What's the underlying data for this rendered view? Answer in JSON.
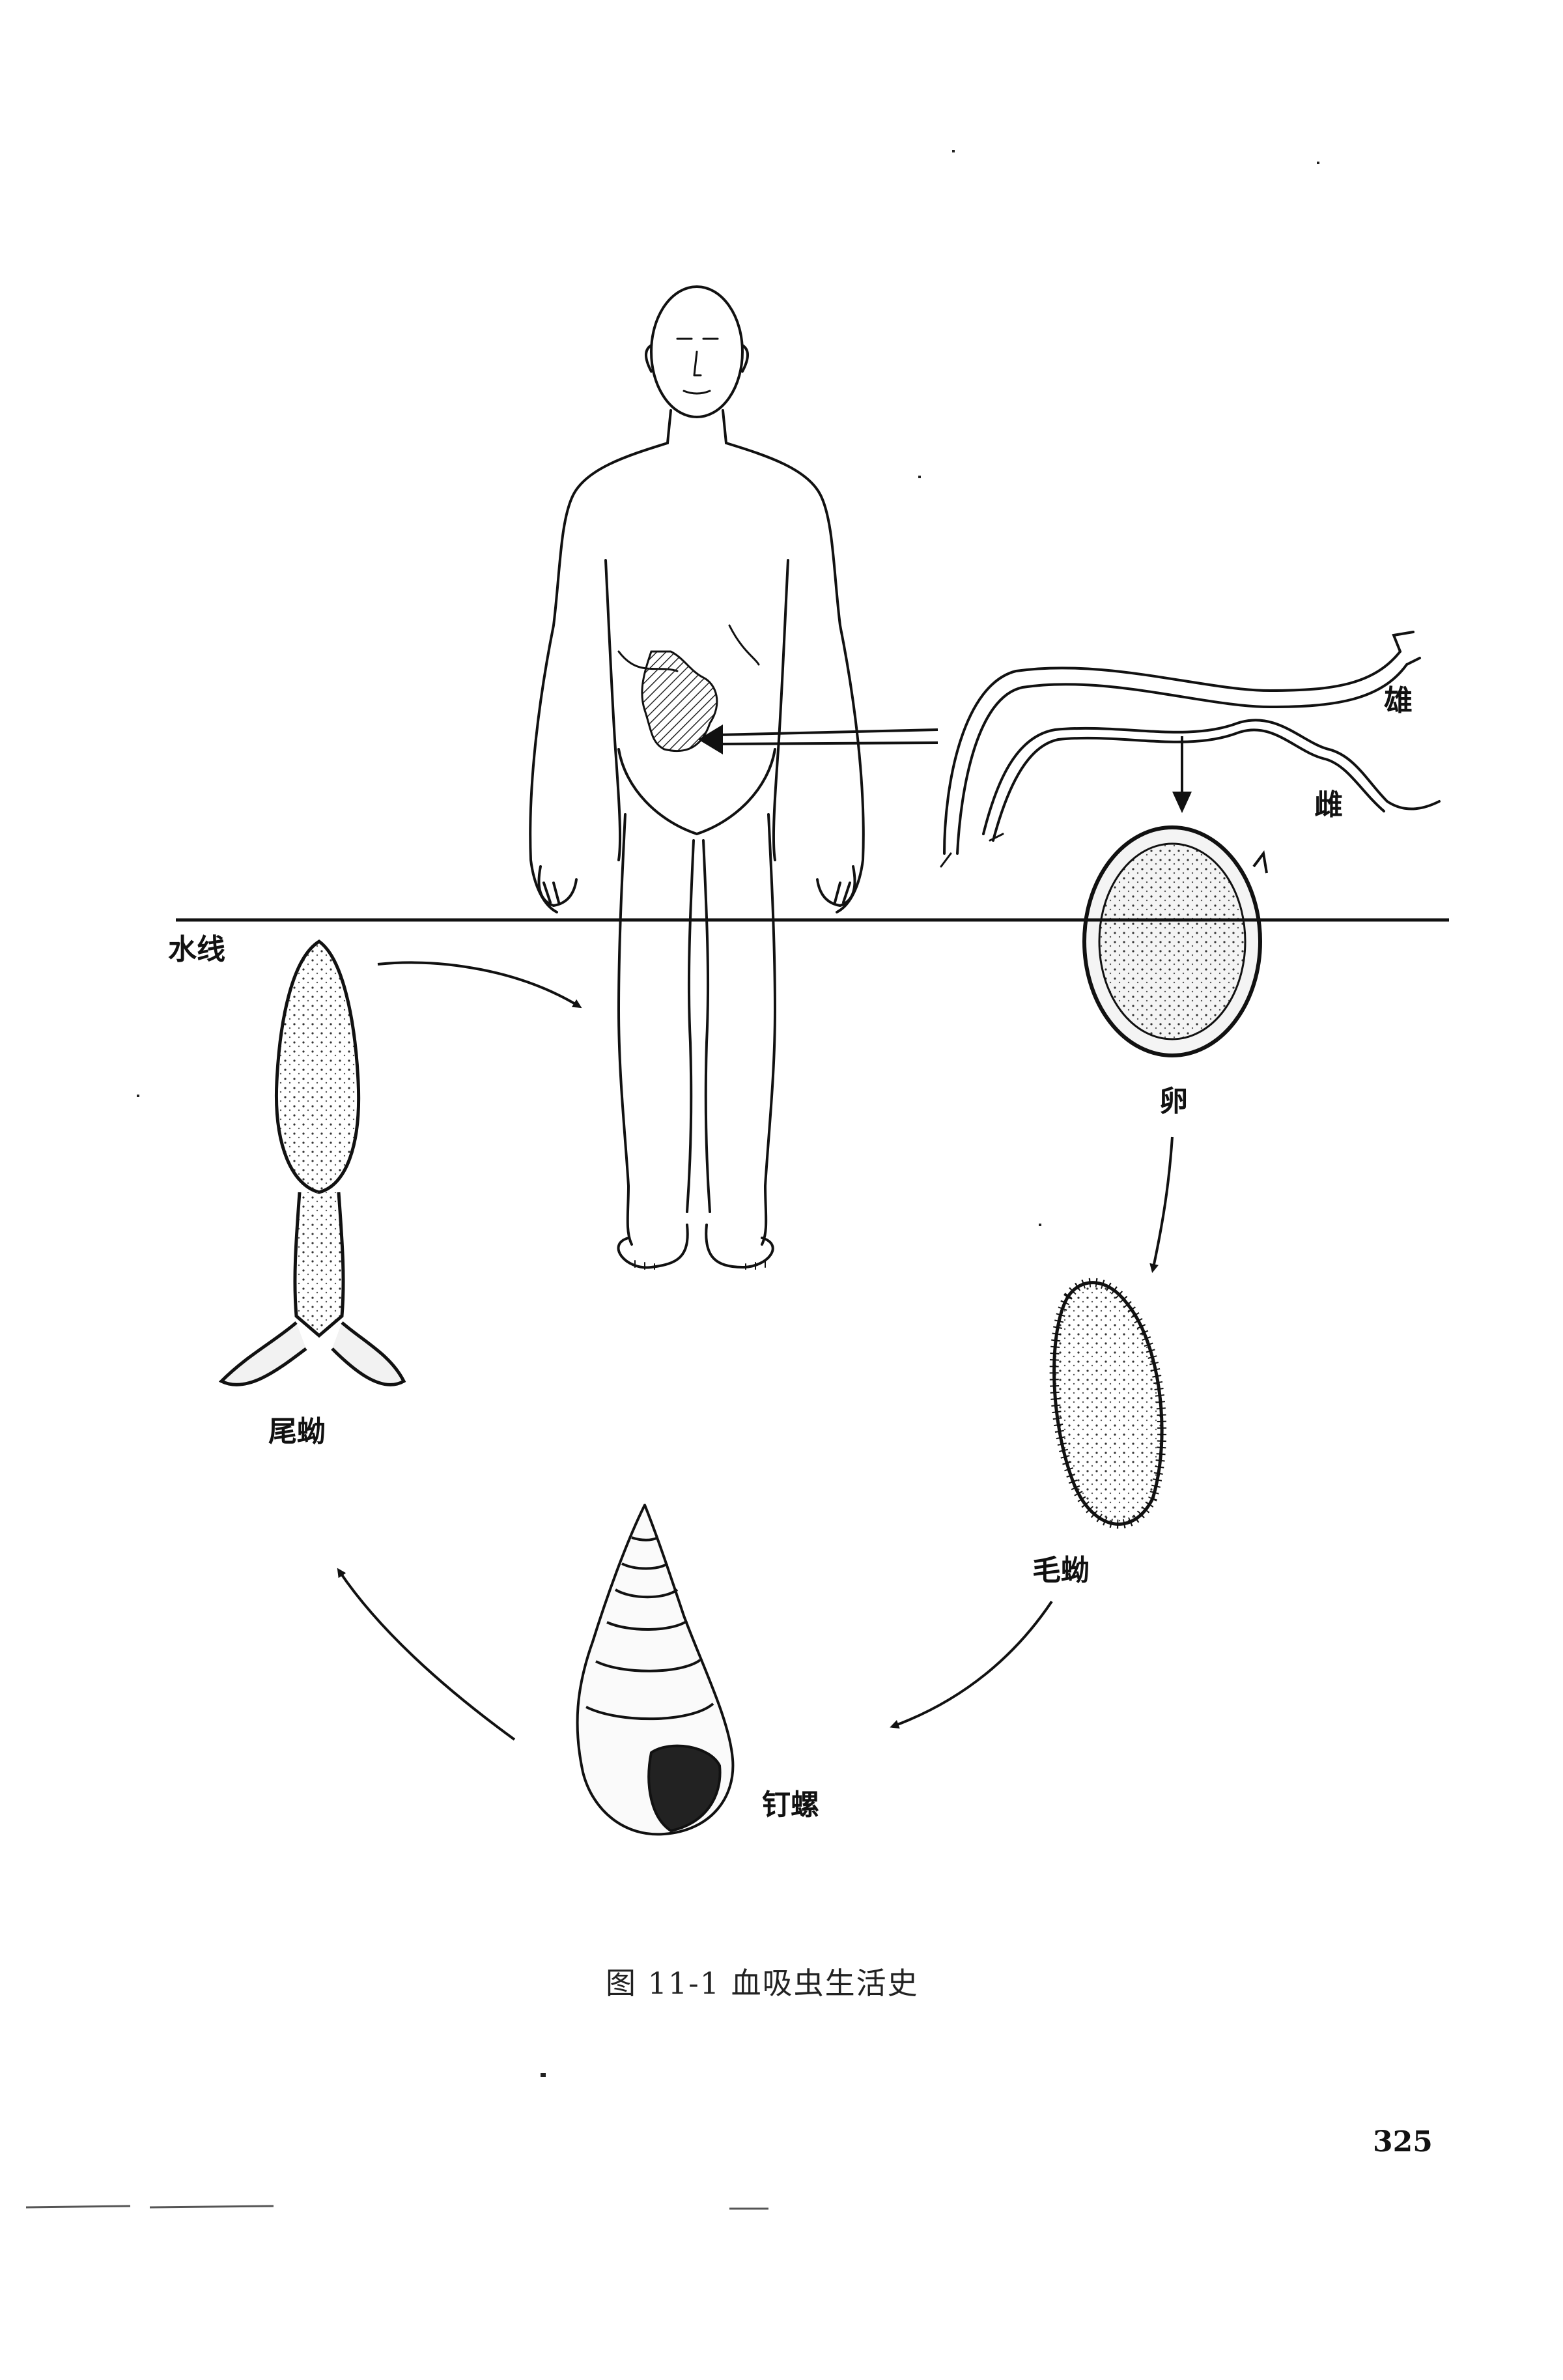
{
  "labels": {
    "waterline": "水线",
    "male": "雄",
    "female": "雌",
    "egg": "卵",
    "miracidium": "毛蚴",
    "snail": "钉螺",
    "cercaria": "尾蚴"
  },
  "caption": "图 11-1  血吸虫生活史",
  "page_number": "325"
}
